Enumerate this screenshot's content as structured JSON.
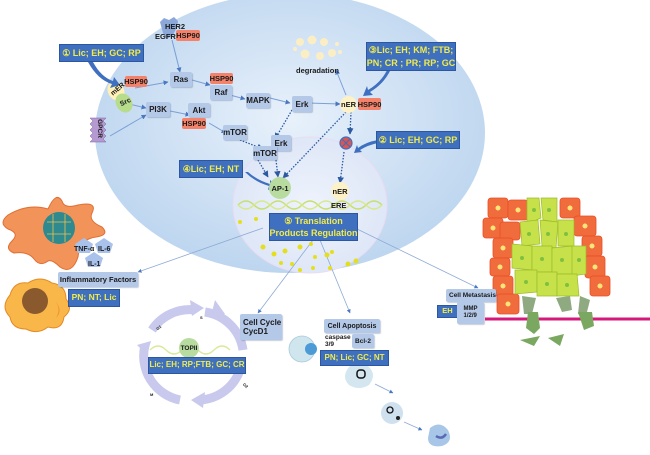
{
  "colors": {
    "cell_fill": "#cfe1f4",
    "nucleus_fill": "#e6eefb",
    "node_fill": "#b4c8e8",
    "hsp90_fill": "#f4826a",
    "callout_fill": "#3f6fbf",
    "callout_text": "#f2ec4a",
    "arrow": "#4a78c0"
  },
  "receptors": {
    "her2": "HER2",
    "egfr": "EGFR",
    "mer": "mER",
    "src": "Src",
    "gpcr": "GPCR"
  },
  "nodes": {
    "ras": "Ras",
    "raf": "Raf",
    "mapk": "MAPK",
    "erk_cyto": "Erk",
    "pi3k": "PI3K",
    "akt": "Akt",
    "mtor_cyto": "mTOR",
    "erk_nuc": "Erk",
    "mtor_nuc": "mTOR",
    "ner_cyto": "nER",
    "ap1": "AP-1",
    "ner_nuc": "nER",
    "ere": "ERE",
    "degradation": "degradation",
    "topii": "TOPII"
  },
  "hsp90_label": "HSP90",
  "callouts": {
    "c1": "① Lic; EH; GC; RP",
    "c2": "② Lic; EH; GC; RP",
    "c3": "③Lic; EH; KM; FTB;\nPN; CR ; PR; RP; GC",
    "c4": "④Lic; EH; NT",
    "c5": "⑤ Translation\nProducts Regulation"
  },
  "inflammation": {
    "tnf": "TNF-α",
    "il6": "IL-6",
    "il1": "IL-1",
    "title": "Inflammatory Factors",
    "drugs": "PN; NT; Lic"
  },
  "cell_cycle": {
    "title": "Cell Cycle",
    "sub": "CycD1",
    "drugs": "Lic; EH; RP;FTB; GC; CR",
    "phases": [
      "G1",
      "S",
      "G2",
      "M"
    ]
  },
  "apoptosis": {
    "title": "Cell Apoptosis",
    "caspase": "caspase\n3/9",
    "bcl2": "Bcl-2",
    "drugs": "PN; Lic; GC; NT"
  },
  "metastasis": {
    "title": "Cell Metastasis",
    "drugs": "EH",
    "mmp": "MMP\n1/2/9"
  }
}
